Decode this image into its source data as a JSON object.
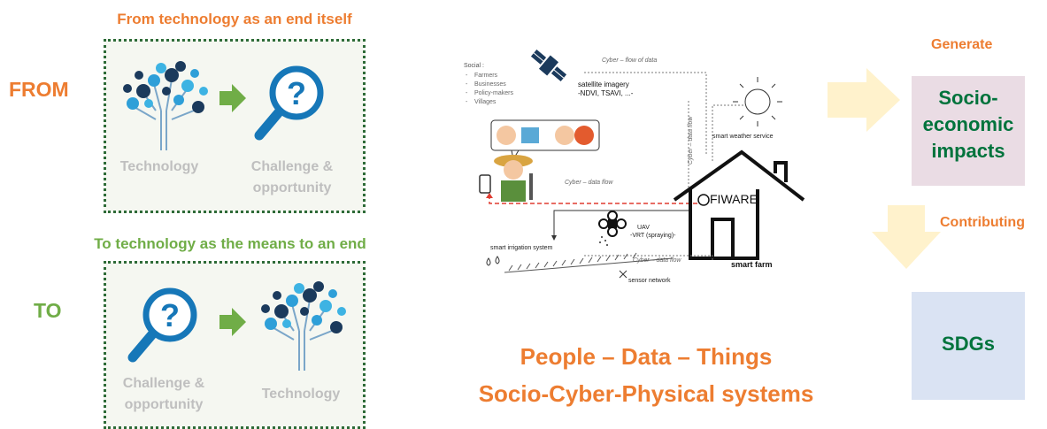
{
  "left": {
    "from_caption": "From technology as an end itself",
    "from_label": "FROM",
    "to_caption": "To technology as the means to an end",
    "to_label": "TO",
    "technology_label": "Technology",
    "challenge_label_1": "Challenge &",
    "challenge_label_2": "opportunity"
  },
  "diagram": {
    "social_title": "Social :",
    "social_items": [
      "Farmers",
      "Businesses",
      "Policy-makers",
      "Villages"
    ],
    "cyber_flow_of_data": "Cyber – flow of data",
    "cyber_data_flow": "Cyber – data flow",
    "satellite_1": "satellite imagery",
    "satellite_2": "-NDVI, TSAVI, ...-",
    "weather": "smart weather service",
    "fiware": "FIWARE",
    "uav_1": "UAV",
    "uav_2": "-VRT (spraying)-",
    "irrigation": "smart irrigation system",
    "sensor": "sensor network",
    "smart_farm": "smart farm"
  },
  "middle": {
    "line1": "People – Data – Things",
    "line2": "Socio-Cyber-Physical systems"
  },
  "right": {
    "generate": "Generate",
    "box1_1": "Socio-",
    "box1_2": "economic",
    "box1_3": "impacts",
    "contributing": "Contributing",
    "box2": "SDGs"
  }
}
